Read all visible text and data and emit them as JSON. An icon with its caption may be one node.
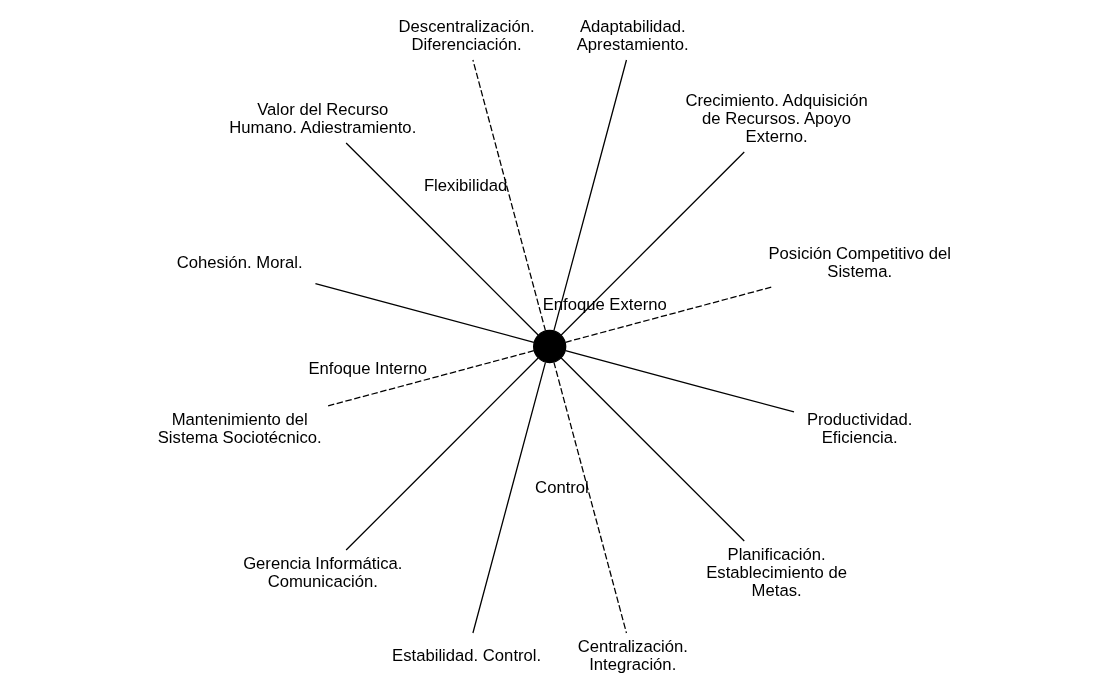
{
  "diagram": {
    "nodes": [
      {
        "text": [
          "Descentralización. Diferenciación."
        ]
      },
      {
        "text": [
          "Valor del Recurso Humano. Adiestramiento."
        ]
      },
      {
        "text": [
          "Adaptabilidad. Aprestamiento."
        ]
      },
      {
        "text": [
          "Cohesión. Moral."
        ]
      },
      {
        "text": [
          "Crecimiento. Adquisición de Recursos. Apoyo Externo."
        ]
      },
      {
        "text": [
          "Mantenimiento del Sistema Sociotécnico."
        ]
      },
      {
        "text": [],
        "shape": "circle"
      },
      {
        "text": [
          "Posición Competitivo del Sistema."
        ]
      },
      {
        "text": [
          "Gerencia Informática. Comunicación."
        ]
      },
      {
        "text": [
          "Productividad. Eficiencia."
        ]
      },
      {
        "text": [
          "Estabilidad. Control."
        ]
      },
      {
        "text": [
          "Planificación. Establecimiento de Metas."
        ]
      },
      {
        "text": [
          "Centralización. Integración."
        ]
      }
    ],
    "edges": [
      {
        "from": 6,
        "to": 7,
        "arrow": "none",
        "style": "dashed",
        "label": "Enfoque Externo"
      },
      {
        "from": 6,
        "to": 4,
        "arrow": "none"
      },
      {
        "from": 6,
        "to": 2,
        "arrow": "none"
      },
      {
        "from": 6,
        "to": 0,
        "arrow": "none",
        "style": "dashed",
        "label": "Flexibilidad"
      },
      {
        "from": 6,
        "to": 1,
        "arrow": "none"
      },
      {
        "from": 6,
        "to": 3,
        "arrow": "none"
      },
      {
        "from": 6,
        "to": 5,
        "arrow": "none",
        "style": "dashed",
        "label": "Enfoque Interno"
      },
      {
        "from": 6,
        "to": 8,
        "arrow": "none"
      },
      {
        "from": 6,
        "to": 10,
        "arrow": "none"
      },
      {
        "from": 6,
        "to": 12,
        "arrow": "none",
        "style": "dashed",
        "label": "Control"
      },
      {
        "from": 6,
        "to": 11,
        "arrow": "none"
      },
      {
        "from": 6,
        "to": 9,
        "arrow": "none"
      }
    ]
  }
}
